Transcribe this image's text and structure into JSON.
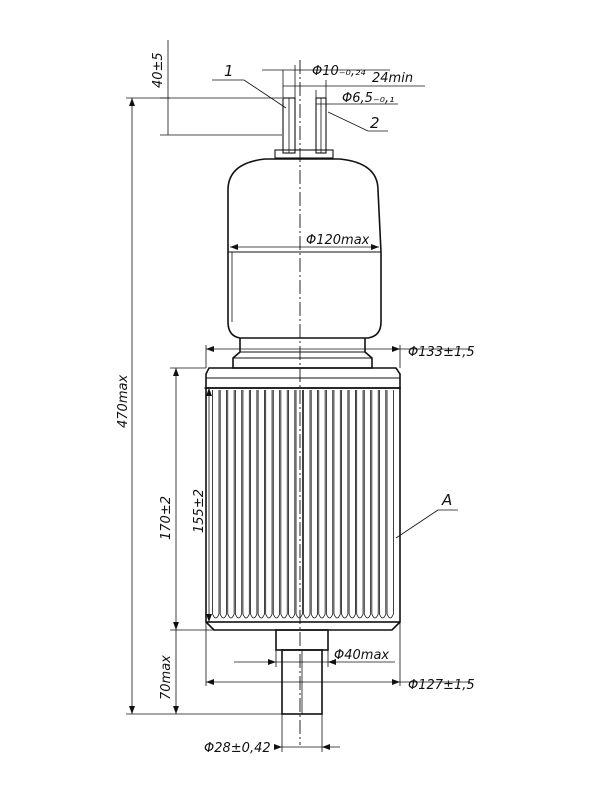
{
  "labels": {
    "lead_1": "1",
    "lead_2": "2",
    "fins": "A"
  },
  "dimensions": {
    "lead_length": "40±5",
    "lead_diameter": "Φ10₋₀,₂₄",
    "lead_spacing": "24min",
    "lead2_diameter": "Φ6,5₋₀,₁",
    "bulb_diameter": "Φ120max",
    "flange_diameter": "Φ133±1,5",
    "total_height": "470max",
    "radiator_height_outer": "170±2",
    "radiator_height_inner": "155±2",
    "stem_diameter": "Φ40max",
    "radiator_base_diameter": "Φ127±1,5",
    "bottom_length": "70max",
    "bottom_diameter": "Φ28±0,42"
  }
}
